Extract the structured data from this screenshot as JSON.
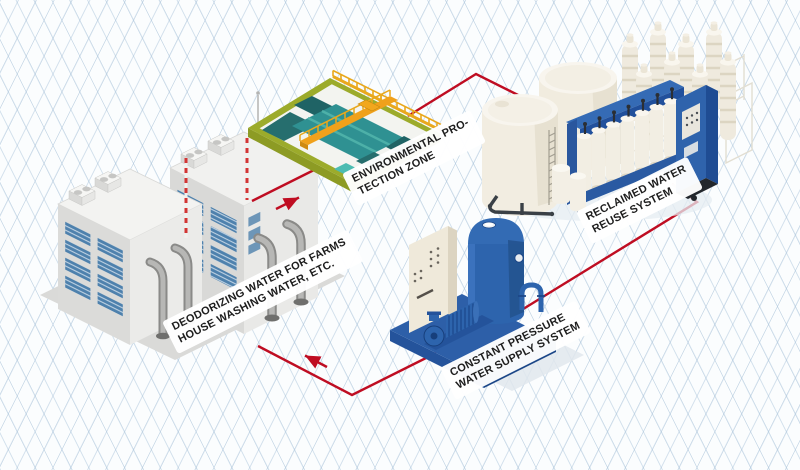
{
  "diagram": {
    "type": "isometric process flow diagram",
    "subject": "industrial wastewater treatment and reclaimed water reuse cycle",
    "background": {
      "style": "isometric grid",
      "grid_color": "#a5c0d8",
      "bg_color": "#fbfdfe"
    },
    "nodes": {
      "factory": {
        "line1": "DEODORIZING WATER FOR FARMS",
        "line2": "HOUSE WASHING WATER, ETC."
      },
      "env_zone": {
        "line1": "ENVIRONMENTAL PRO-",
        "line2": "TECTION ZONE"
      },
      "reclaimed": {
        "line1": "RECLAIMED WATER",
        "line2": "REUSE SYSTEM"
      },
      "pump": {
        "line1": "CONSTANT PRESSURE",
        "line2": "WATER SUPPLY SYSTEM"
      }
    },
    "connections": [
      {
        "from": "factory",
        "to": "env_zone",
        "arrow": true
      },
      {
        "from": "env_zone",
        "to": "reclaimed",
        "arrow": false
      },
      {
        "from": "reclaimed",
        "to": "pump",
        "arrow": false
      },
      {
        "from": "pump",
        "to": "factory",
        "arrow": true
      }
    ],
    "colors": {
      "connector_red": "#bf0d22",
      "platform_green": "#9cab2b",
      "pool_teal_dark": "#1f6365",
      "pool_teal": "#2f9192",
      "pool_teal_light": "#4cbcb2",
      "bridge_orange": "#f0a11b",
      "equipment_blue": "#2d5fa8",
      "tank_cream": "#f2ede1",
      "building_gray": "#d9d9d7",
      "window_blue": "#4e81ad",
      "label_text": "#1d1d1d"
    }
  }
}
